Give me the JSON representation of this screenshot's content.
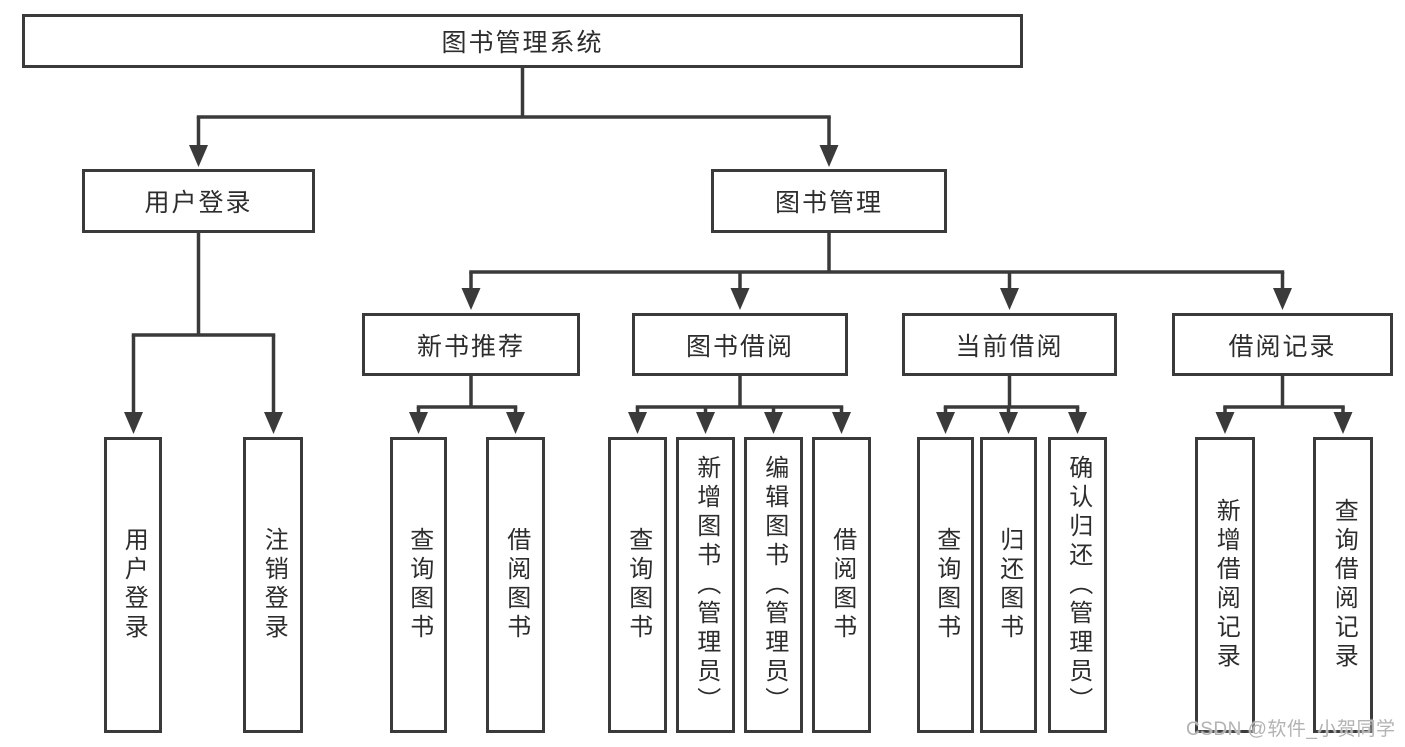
{
  "tree": {
    "label": "图书管理系统",
    "children": [
      {
        "label": "用户登录",
        "children": [
          {
            "label": "用户登录"
          },
          {
            "label": "注销登录"
          }
        ]
      },
      {
        "label": "图书管理",
        "children": [
          {
            "label": "新书推荐",
            "children": [
              {
                "label": "查询图书"
              },
              {
                "label": "借阅图书"
              }
            ]
          },
          {
            "label": "图书借阅",
            "children": [
              {
                "label": "查询图书"
              },
              {
                "label": "新增图书（管理员）"
              },
              {
                "label": "编辑图书（管理员）"
              },
              {
                "label": "借阅图书"
              }
            ]
          },
          {
            "label": "当前借阅",
            "children": [
              {
                "label": "查询图书"
              },
              {
                "label": "归还图书"
              },
              {
                "label": "确认归还（管理员）"
              }
            ]
          },
          {
            "label": "借阅记录",
            "children": [
              {
                "label": "新增借阅记录"
              },
              {
                "label": "查询借阅记录"
              }
            ]
          }
        ]
      }
    ]
  },
  "watermark": {
    "text": "CSDN @软件_小贺同学"
  },
  "colors": {
    "line": "#3a3a3a",
    "text": "#2d2d2d",
    "background": "#ffffff",
    "watermark": "#b3b3b3"
  }
}
